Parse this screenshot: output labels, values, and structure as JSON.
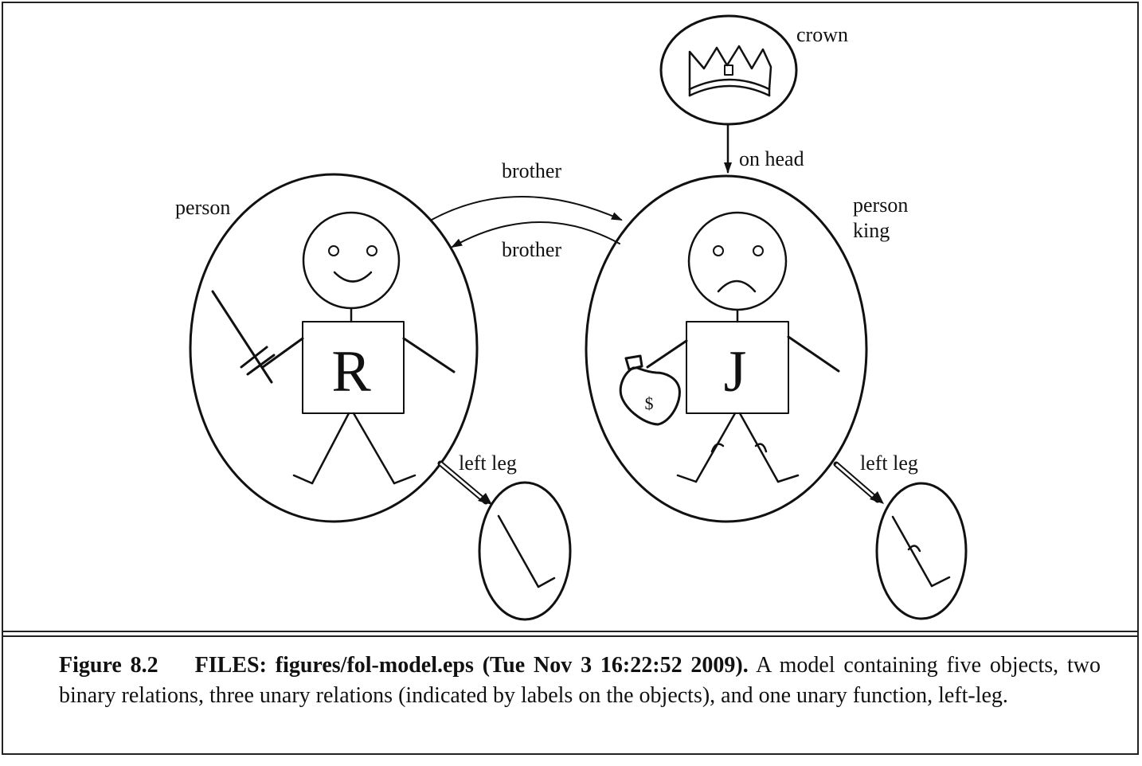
{
  "diagram": {
    "objects": {
      "crown": {
        "label": "crown"
      },
      "richard": {
        "letter": "R",
        "label": "person"
      },
      "john": {
        "letter": "J",
        "labels": [
          "person",
          "king"
        ],
        "bag_symbol": "$"
      },
      "left_leg_richard": {},
      "left_leg_john": {}
    },
    "relations": {
      "on_head": "on head",
      "brother_top": "brother",
      "brother_bottom": "brother",
      "left_leg_richard": "left leg",
      "left_leg_john": "left leg"
    }
  },
  "caption": {
    "figure_number": "Figure 8.2",
    "files_info": "FILES: figures/fol-model.eps (Tue Nov 3 16:22:52 2009).",
    "text": "A model containing five objects, two binary relations, three unary relations (indicated by labels on the objects), and one unary function, left-leg."
  }
}
